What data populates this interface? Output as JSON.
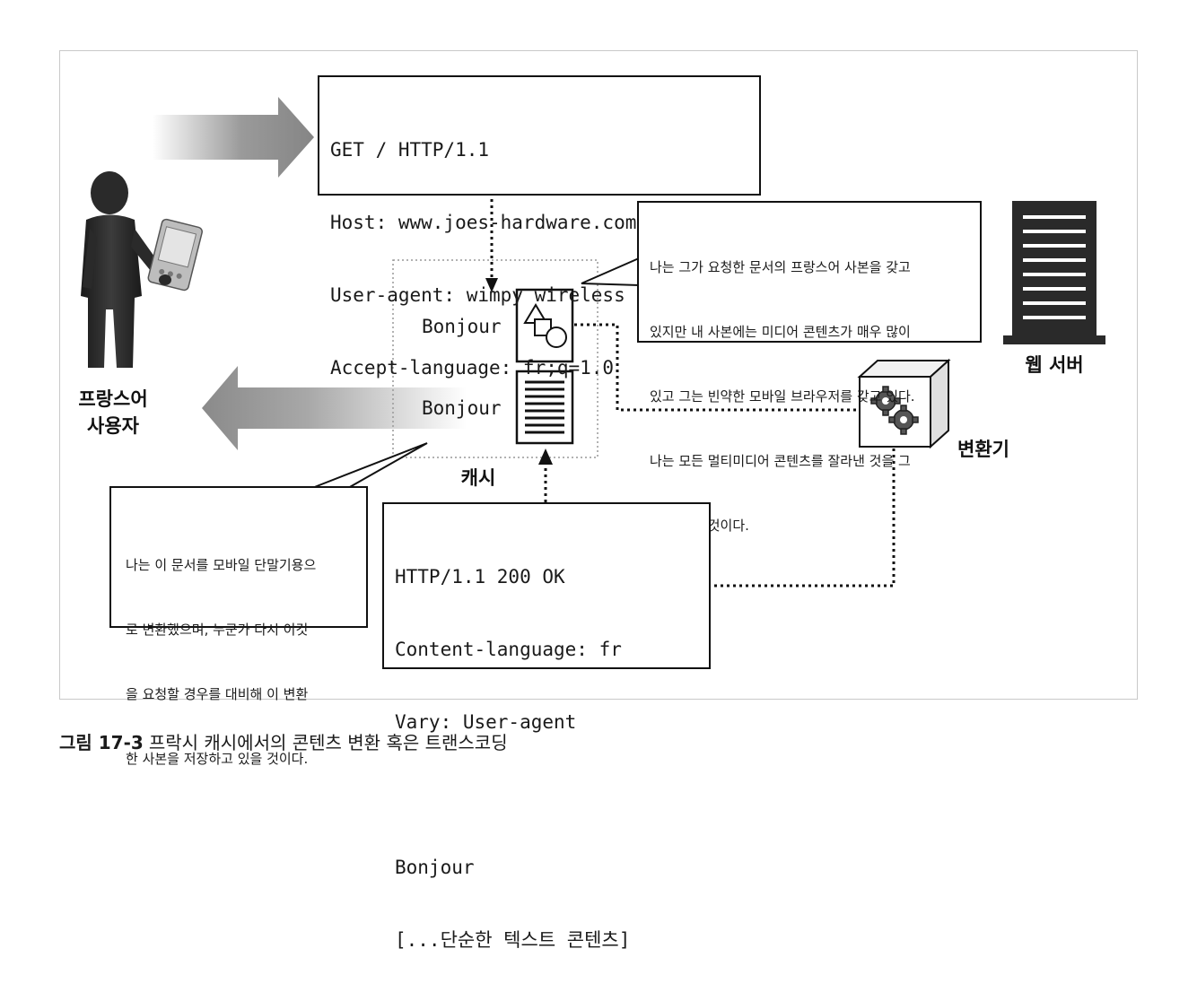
{
  "request": {
    "lines": [
      "GET / HTTP/1.1",
      "Host: www.joes-hardware.com",
      "User-agent: wimpy wireless device",
      "Accept-language: fr;q=1.0"
    ]
  },
  "response": {
    "lines": [
      "HTTP/1.1 200 OK",
      "Content-language: fr",
      "Vary: User-agent",
      "",
      "Bonjour",
      "[...단순한 텍스트 콘텐츠]"
    ]
  },
  "cache_note": {
    "lines": [
      "나는 그가 요청한 문서의 프랑스어 사본을 갖고",
      "있지만 내 사본에는 미디어 콘텐츠가 매우 많이",
      "있고 그는 빈약한 모바일 브라우저를 갖고 있다.",
      "나는 모든 멀티미디어 콘텐츠를 잘라낸 것을 그",
      "에게 보낼 것이다."
    ]
  },
  "stored_note": {
    "lines": [
      "나는 이 문서를 모바일 단말기용으",
      "로 변환했으며, 누군가 다시 이것",
      "을 요청할 경우를 대비해 이 변환",
      "한 사본을 저장하고 있을 것이다."
    ]
  },
  "labels": {
    "user_line1": "프랑스어",
    "user_line2": "사용자",
    "cache": "캐시",
    "web_server": "웹 서버",
    "transcoder": "변환기",
    "doc_rich": "Bonjour",
    "doc_plain": "Bonjour"
  },
  "caption": {
    "figure": "그림 17-3",
    "text": "프락시 캐시에서의 콘텐츠 변환 혹은 트랜스코딩"
  },
  "icons": [
    "person-with-pda-icon",
    "multimedia-document-icon",
    "text-document-icon",
    "web-server-icon",
    "gears-box-icon"
  ]
}
